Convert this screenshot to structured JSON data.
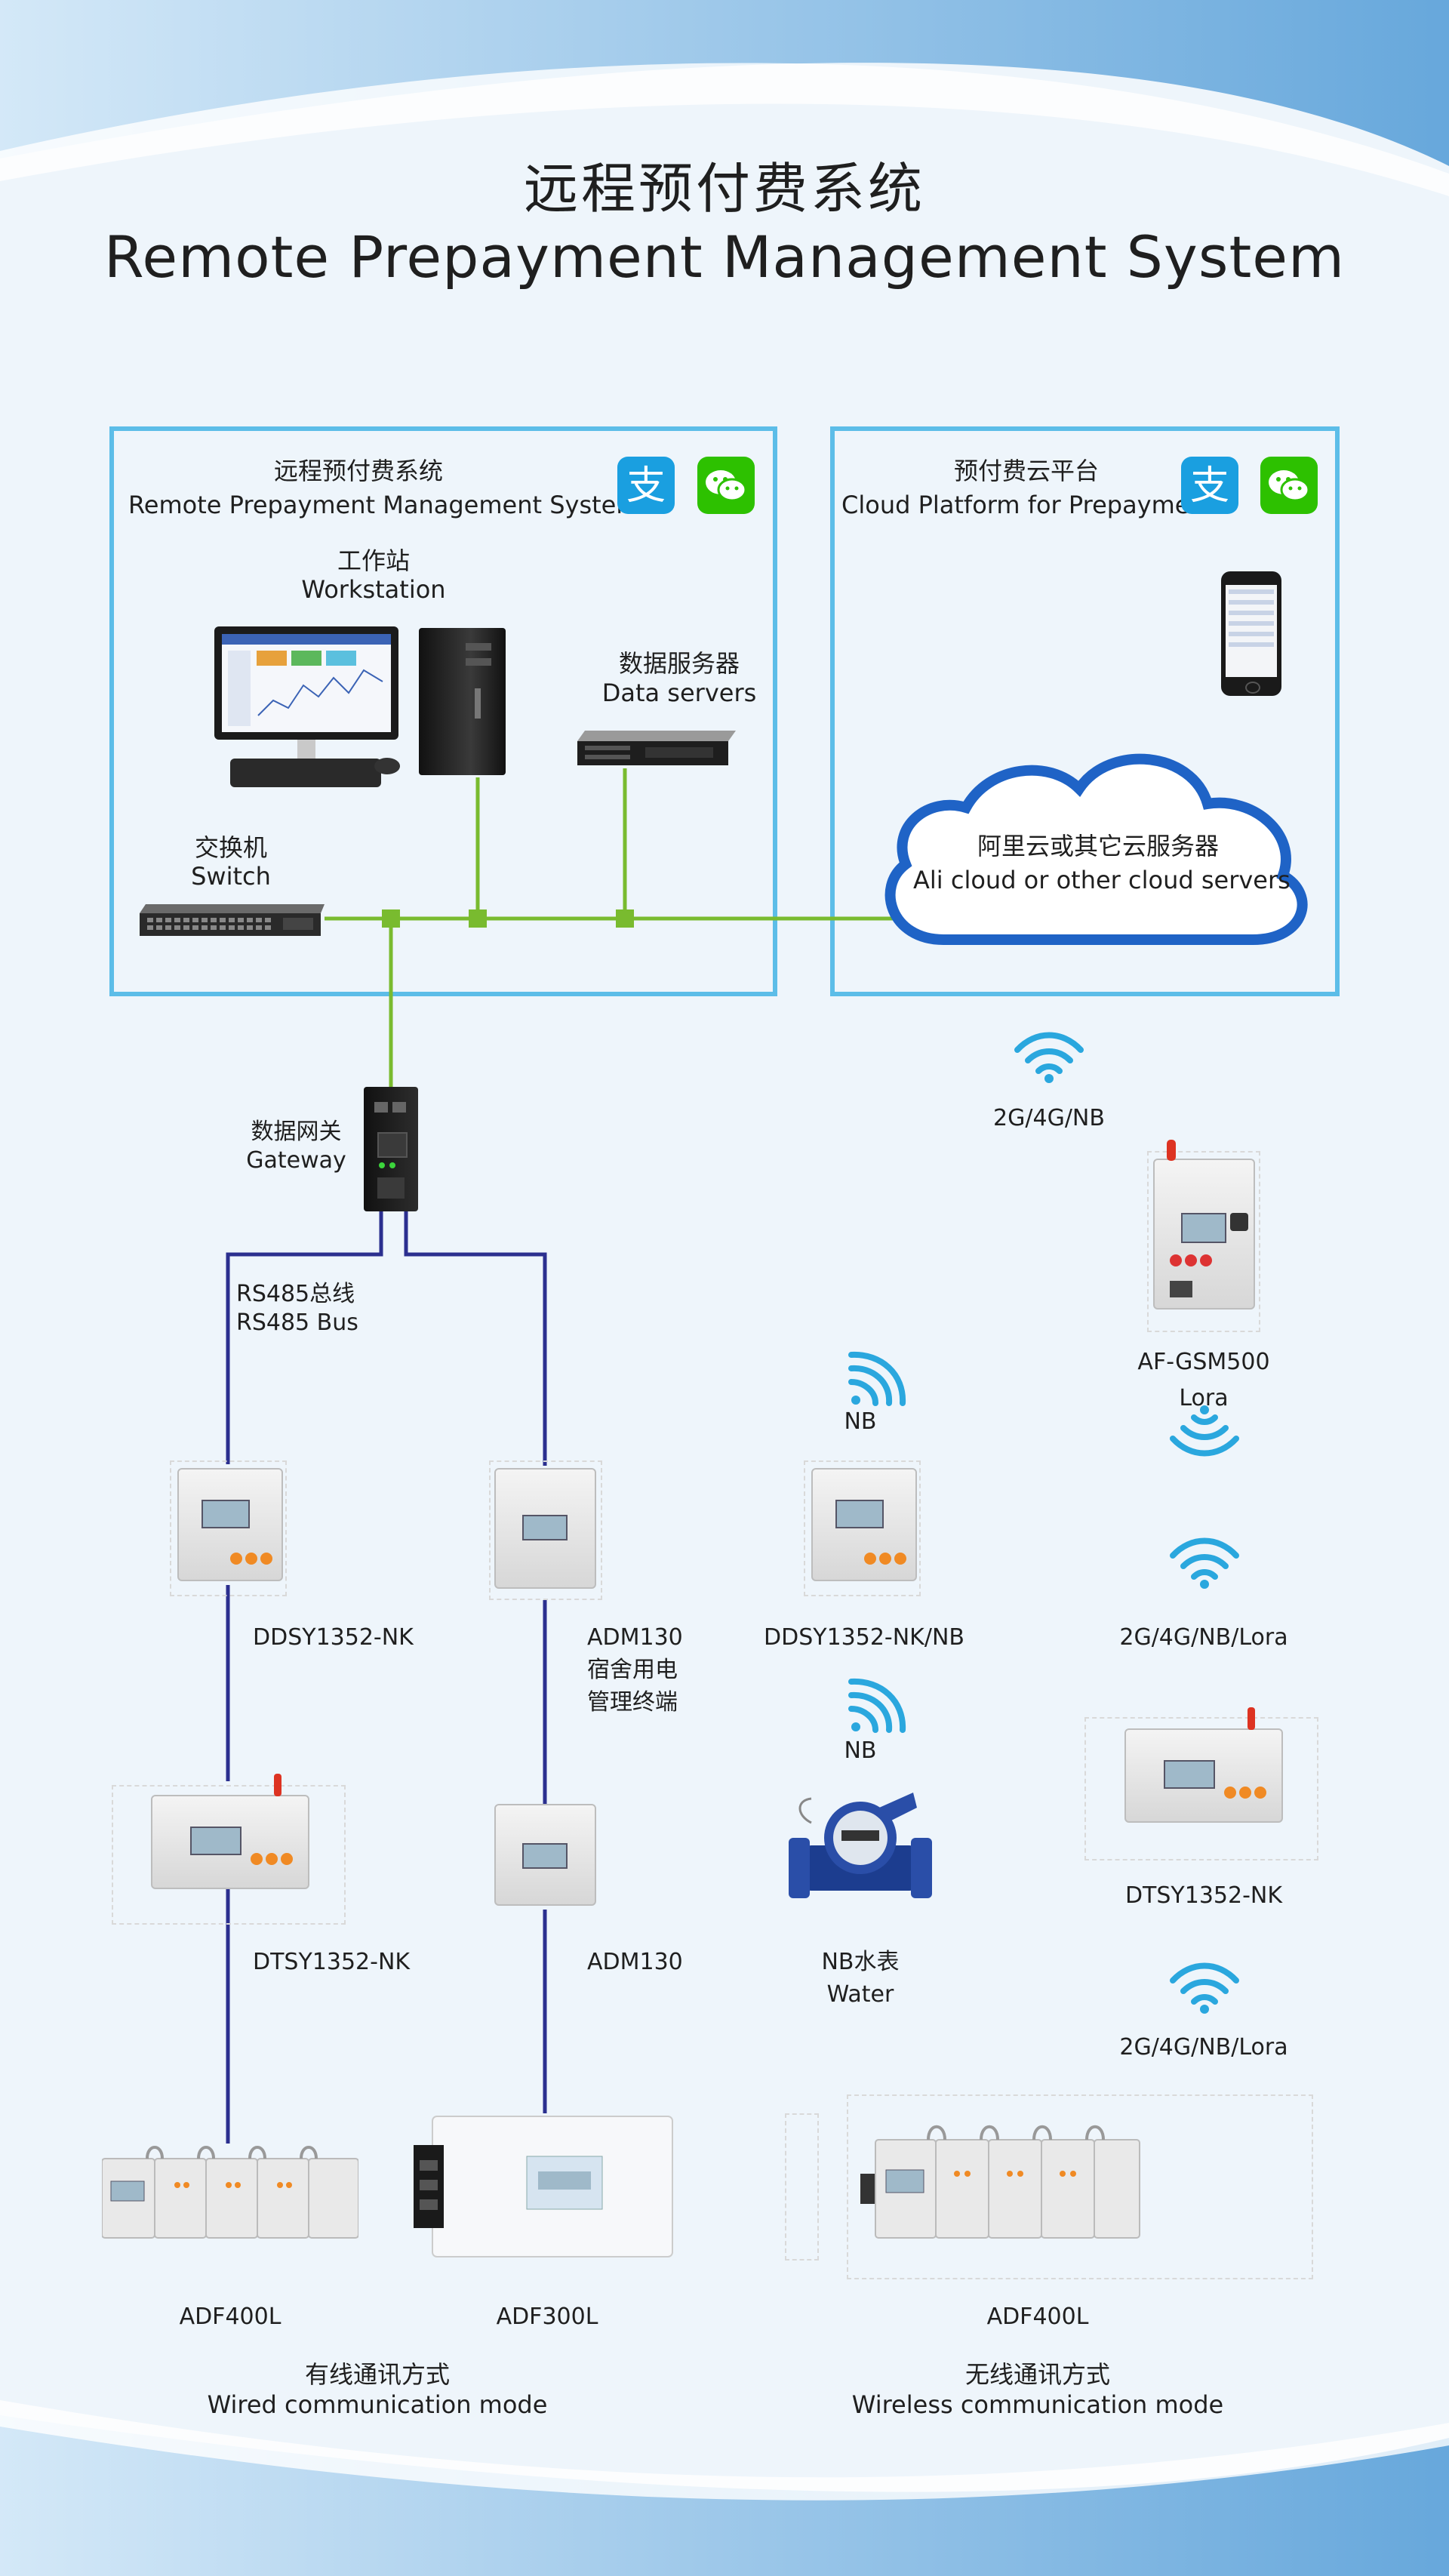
{
  "title": {
    "cn": "远程预付费系统",
    "en": "Remote Prepayment Management System"
  },
  "left_panel": {
    "title_cn": "远程预付费系统",
    "title_en": "Remote Prepayment Management System",
    "workstation_cn": "工作站",
    "workstation_en": "Workstation",
    "data_servers_cn": "数据服务器",
    "data_servers_en": "Data servers",
    "switch_cn": "交换机",
    "switch_en": "Switch"
  },
  "right_panel": {
    "title_cn": "预付费云平台",
    "title_en": "Cloud Platform for Prepayment",
    "cloud_cn": "阿里云或其它云服务器",
    "cloud_en": "Ali cloud or other cloud servers"
  },
  "gateway": {
    "cn": "数据网关",
    "en": "Gateway"
  },
  "bus": {
    "cn": "RS485总线",
    "en": "RS485 Bus"
  },
  "wired_devices": {
    "ddsy": "DDSY1352-NK",
    "adm130_a": "ADM130",
    "adm130_a_cn1": "宿舍用电",
    "adm130_a_cn2": "管理终端",
    "dtsy": "DTSY1352-NK",
    "adm130_b": "ADM130",
    "adf400l": "ADF400L",
    "adf300l": "ADF300L"
  },
  "wireless": {
    "g_4g_nb_top": "2G/4G/NB",
    "af_gsm500": "AF-GSM500",
    "lora": "Lora",
    "nb_1": "NB",
    "ddsy_nb": "DDSY1352-NK/NB",
    "g_lora_1": "2G/4G/NB/Lora",
    "nb_2": "NB",
    "water_cn": "NB水表",
    "water_en": "Water",
    "dtsy": "DTSY1352-NK",
    "g_lora_2": "2G/4G/NB/Lora",
    "adf400l": "ADF400L"
  },
  "modes": {
    "wired_cn": "有线通讯方式",
    "wired_en": "Wired communication mode",
    "wireless_cn": "无线通讯方式",
    "wireless_en": "Wireless communication mode"
  },
  "colors": {
    "panel_border": "#5cbde8",
    "ethernet_line": "#79bb2f",
    "rs485_line": "#2b2f8f",
    "wifi": "#2aa7de",
    "alipay": "#1a9fe0",
    "wechat": "#2dc100",
    "background": "#eef5fb"
  },
  "icons": [
    "alipay-icon",
    "wechat-icon",
    "wifi-icon"
  ]
}
